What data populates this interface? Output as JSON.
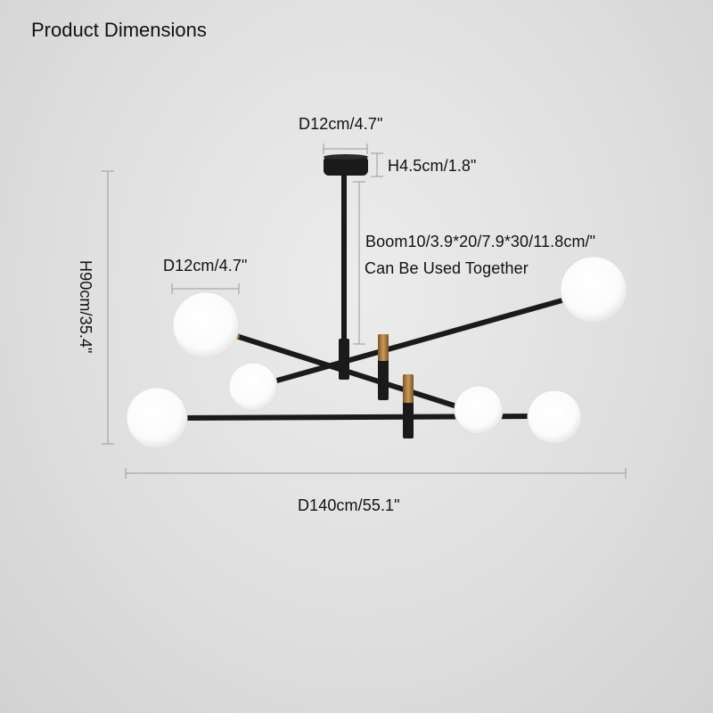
{
  "title": "Product Dimensions",
  "dimensions": {
    "canopy_diameter": "D12cm/4.7\"",
    "canopy_height": "H4.5cm/1.8\"",
    "boom_lengths": "Boom10/3.9*20/7.9*30/11.8cm/\"",
    "boom_note": "Can Be Used Together",
    "globe_diameter": "D12cm/4.7\"",
    "overall_height": "H90cm/35.4\"",
    "overall_width": "D140cm/55.1\""
  },
  "product": {
    "globe_count": 6,
    "frame_color": "#1a1a1a",
    "accent_color": "#b0834a",
    "globe_color": "#ffffff",
    "guide_color": "#9a9a9a"
  }
}
